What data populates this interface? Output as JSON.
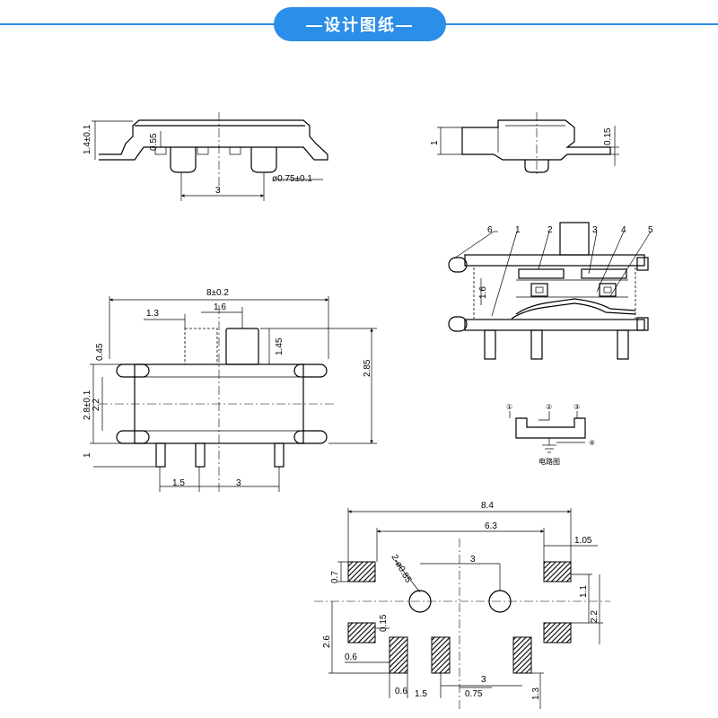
{
  "header": {
    "title": "—设计图纸—",
    "accent_color": "#2b8ee8"
  },
  "front_view": {
    "height": "1.4±0.1",
    "body_height": "0.55",
    "pin_diameter": "ø0.75±0.1",
    "pin_pitch": "3"
  },
  "side_view": {
    "height": "1",
    "thickness": "0.15"
  },
  "section_view": {
    "labels": [
      "6",
      "1",
      "2",
      "3",
      "4",
      "5"
    ],
    "dim": "1.6"
  },
  "circuit": {
    "pins": [
      "①",
      "②",
      "③",
      "④"
    ],
    "caption": "电路图"
  },
  "top_view": {
    "length": "8±0.2",
    "a": "1.3",
    "b": "1.6",
    "lever": "1.45",
    "total_height": "2.85",
    "c": "0.45",
    "d": "2.8±0.1",
    "e": "2.2",
    "f": "1",
    "g": "1.5",
    "h": "3"
  },
  "pcb_layout": {
    "width": "8.4",
    "span": "6.3",
    "pad_w": "1.05",
    "hole_pitch": "3",
    "holes": "2-ø0.85",
    "pad_h": "0.7",
    "pad_gap": "1.1",
    "pad_span": "2.2",
    "height": "2.6",
    "g1": "0.15",
    "g2": "0.6",
    "b1": "0.6",
    "b2": "1.5",
    "b3": "0.75",
    "b4": "3",
    "b5": "1.3"
  }
}
